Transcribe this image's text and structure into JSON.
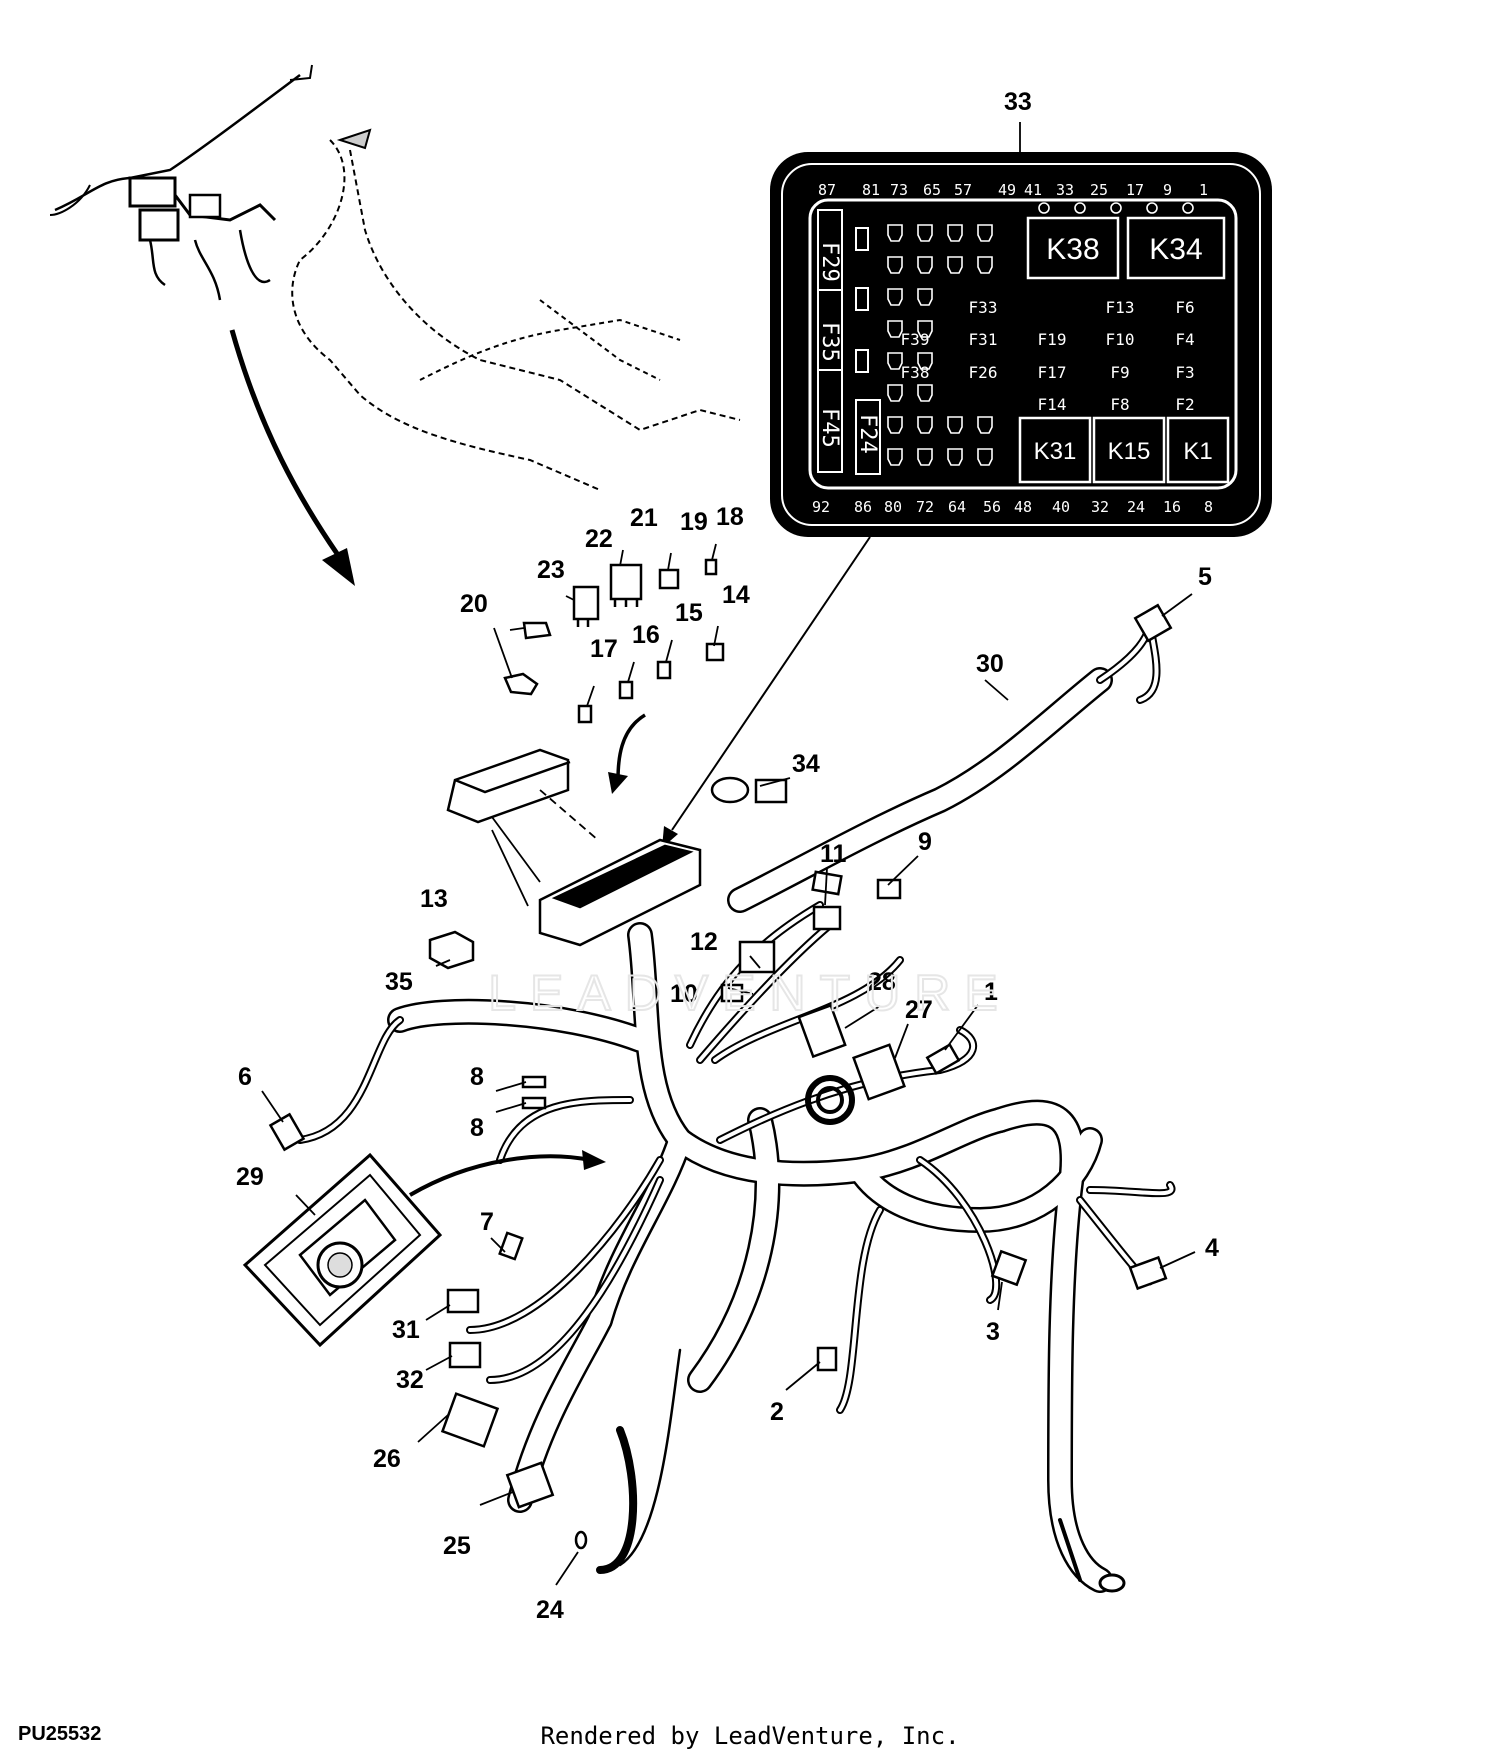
{
  "figure": {
    "doc_code": "PU25532",
    "credit": "Rendered by LeadVenture, Inc.",
    "watermark": "LEADVENTURE"
  },
  "fuse_box": {
    "top_pins": [
      "87",
      "81",
      "73",
      "65",
      "57",
      "49",
      "41",
      "33",
      "25",
      "17",
      "9",
      "1"
    ],
    "bottom_pins": [
      "92",
      "86",
      "80",
      "72",
      "64",
      "56",
      "48",
      "40",
      "32",
      "24",
      "16",
      "8"
    ],
    "vertical_fuses": [
      "F29",
      "F35",
      "F45",
      "F24"
    ],
    "fuses": [
      "F33",
      "F13",
      "F6",
      "F39",
      "F31",
      "F19",
      "F10",
      "F4",
      "F38",
      "F26",
      "F17",
      "F9",
      "F3",
      "F14",
      "F8",
      "F2"
    ],
    "relays": [
      "K38",
      "K34",
      "K31",
      "K15",
      "K1"
    ]
  },
  "callouts": [
    "1",
    "2",
    "3",
    "4",
    "5",
    "6",
    "7",
    "8",
    "8",
    "9",
    "10",
    "11",
    "12",
    "13",
    "14",
    "15",
    "16",
    "17",
    "18",
    "19",
    "20",
    "21",
    "22",
    "23",
    "24",
    "25",
    "26",
    "27",
    "28",
    "29",
    "30",
    "31",
    "32",
    "33",
    "34",
    "35"
  ]
}
